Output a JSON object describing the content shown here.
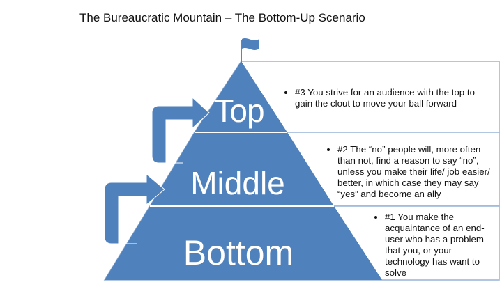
{
  "title": "The Bureaucratic Mountain – The Bottom-Up Scenario",
  "tiers": {
    "top": "Top",
    "middle": "Middle",
    "bottom": "Bottom"
  },
  "notes": {
    "n3": "#3 You strive for an audience with the top to gain the clout to move your ball forward",
    "n2": "#2 The “no” people will, more often than not, find a reason to say “no”, unless you make their life/ job easier/ better, in which case they may say “yes” and become an ally",
    "n1": "#1 You make the acquaintance of an end-user who has a problem that you, or your technology has want to solve"
  },
  "colors": {
    "pyramid": "#4f81bd",
    "pyramid_line": "#ffffff",
    "callout_border": "#95b3d7",
    "arrow": "#4f81bd",
    "flag": "#4f81bd",
    "pole": "#7f7f7f"
  },
  "icons": {
    "flag": "flag-icon",
    "arrows": "curved-up-arrow-icon"
  }
}
